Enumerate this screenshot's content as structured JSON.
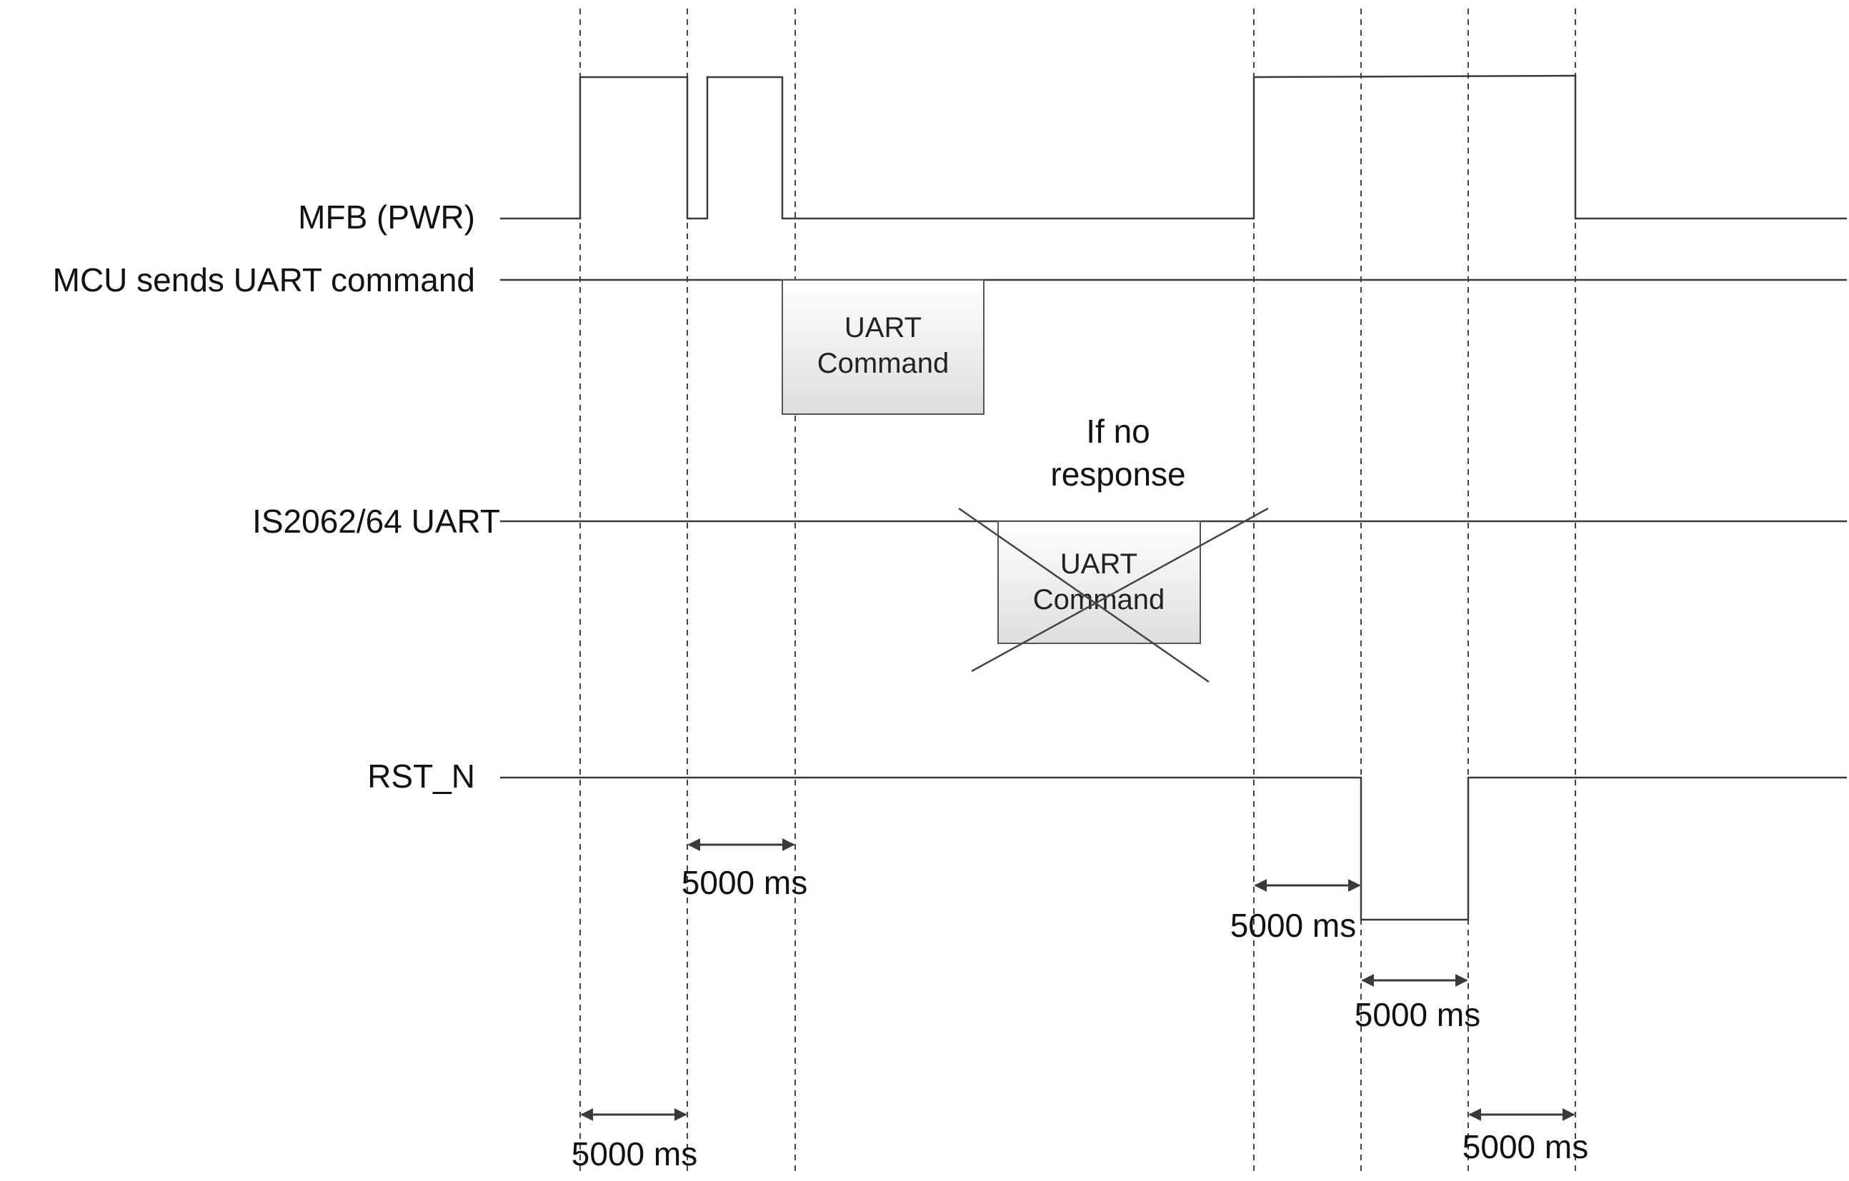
{
  "signals": {
    "mfb": "MFB (PWR)",
    "mcu": "MCU sends UART command",
    "is2062": "IS2062/64 UART",
    "rst": "RST_N"
  },
  "boxes": {
    "mcu_cmd": [
      "UART",
      "Command"
    ],
    "is_cmd": [
      "UART",
      "Command"
    ]
  },
  "annotation": [
    "If no",
    "response"
  ],
  "durations": {
    "d1": "5000 ms",
    "d2": "5000 ms",
    "d3": "5000 ms",
    "d4": "5000 ms",
    "d5": "5000 ms"
  },
  "colors": {
    "line": "#3a3a3a",
    "box_fill_top": "#ffffff",
    "box_fill_bottom": "#dedede",
    "text": "#111111"
  }
}
